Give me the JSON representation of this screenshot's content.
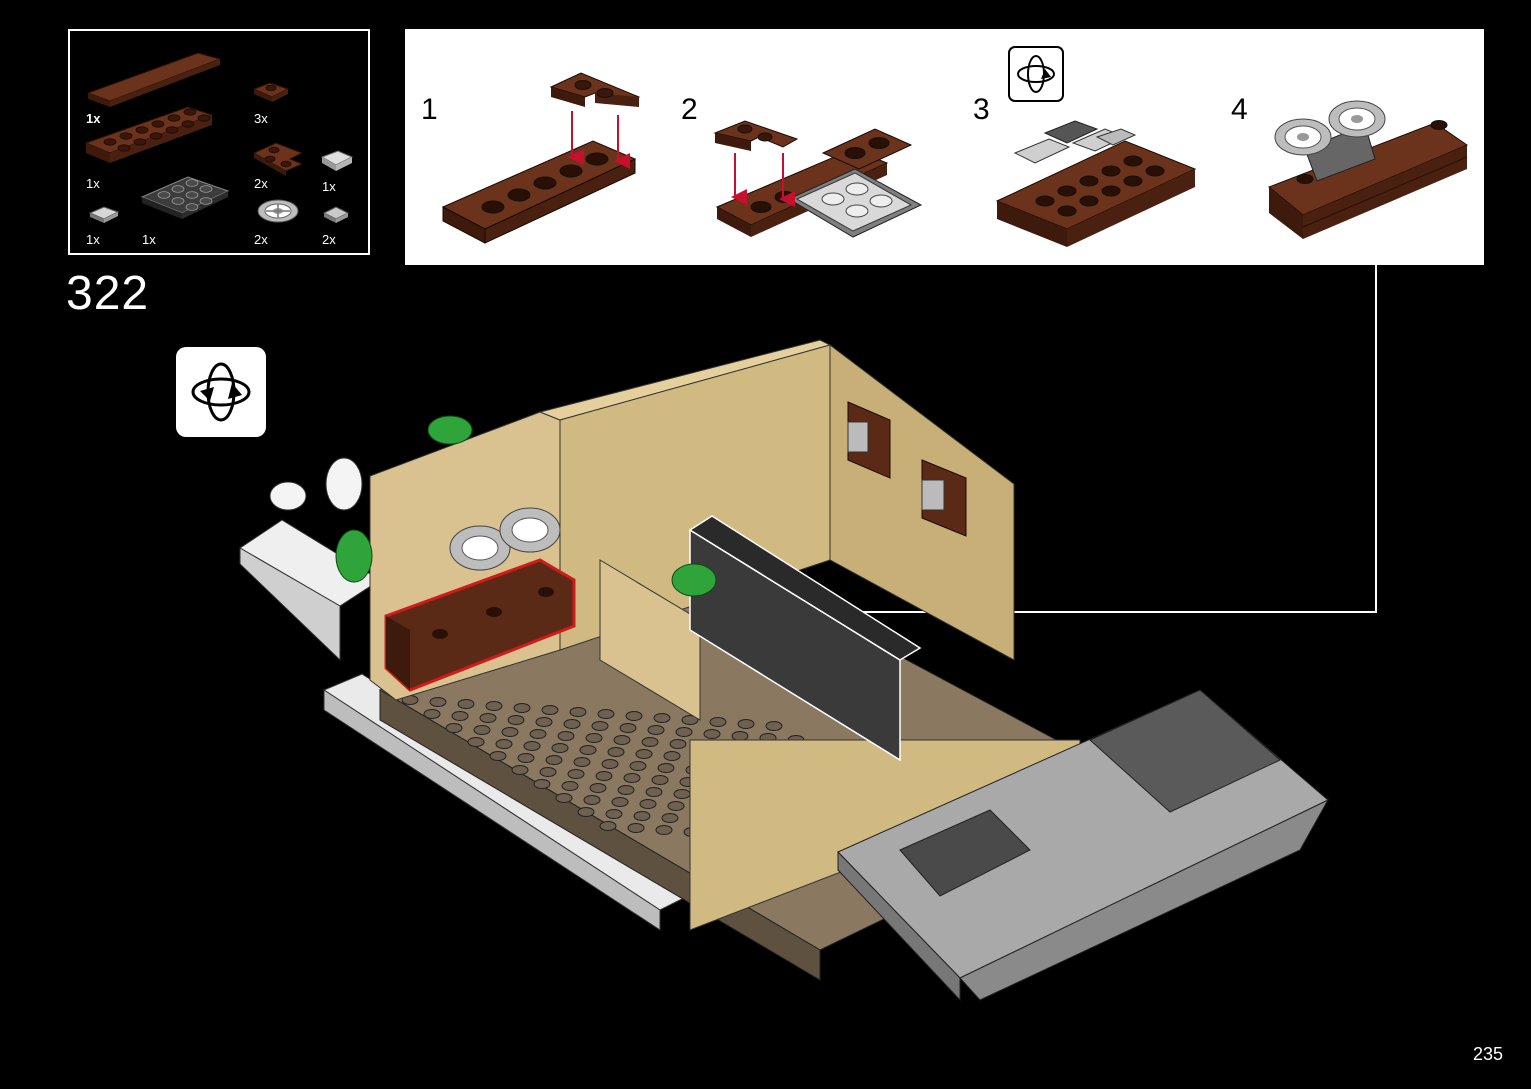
{
  "step": {
    "number": "322"
  },
  "page": {
    "number": "235"
  },
  "parts": [
    {
      "qty": "1x",
      "bold": true
    },
    {
      "qty": "3x",
      "bold": false
    },
    {
      "qty": "1x",
      "bold": false
    },
    {
      "qty": "2x",
      "bold": false
    },
    {
      "qty": "1x",
      "bold": false
    },
    {
      "qty": "1x",
      "bold": false
    },
    {
      "qty": "1x",
      "bold": false
    },
    {
      "qty": "2x",
      "bold": false
    },
    {
      "qty": "2x",
      "bold": false
    }
  ],
  "substeps": [
    {
      "label": "1"
    },
    {
      "label": "2"
    },
    {
      "label": "3"
    },
    {
      "label": "4"
    }
  ],
  "colors": {
    "brown": "#5a2a17",
    "tan": "#d9c28f",
    "dark_tan": "#8a7861",
    "light_gray": "#c8c8c8",
    "dark_gray": "#3a3a3a",
    "highlight_red": "#d11a1a",
    "arrow_red": "#c8102e",
    "green": "#2fa43a"
  }
}
